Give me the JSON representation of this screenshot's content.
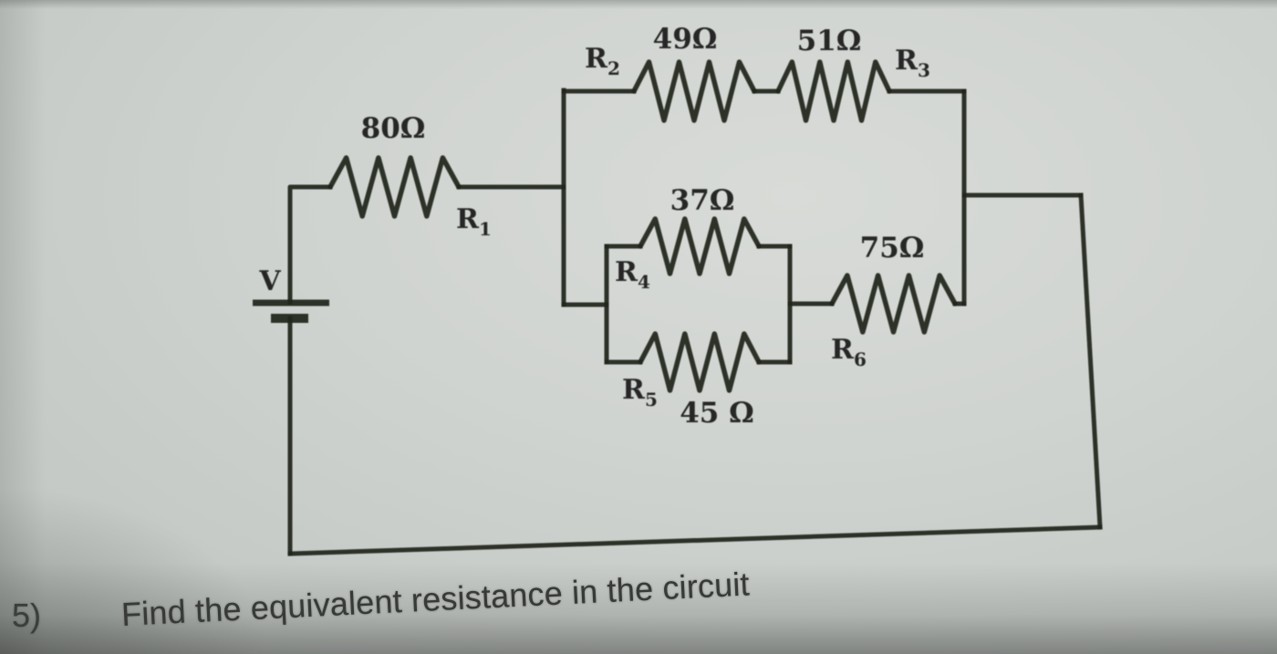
{
  "question": {
    "number": "5)",
    "text": "Find the equivalent resistance in the circuit"
  },
  "circuit": {
    "battery": {
      "label": "V"
    },
    "resistors": [
      {
        "name": "R",
        "sub": "1",
        "value": "80Ω"
      },
      {
        "name": "R",
        "sub": "2",
        "value": "49Ω"
      },
      {
        "name": "R",
        "sub": "3",
        "value": "51Ω"
      },
      {
        "name": "R",
        "sub": "4",
        "value": "37Ω"
      },
      {
        "name": "R",
        "sub": "5",
        "value": "45 Ω"
      },
      {
        "name": "R",
        "sub": "6",
        "value": "75Ω"
      }
    ],
    "colors": {
      "ink": "#23261f",
      "paper": "#cfd3cf"
    }
  }
}
